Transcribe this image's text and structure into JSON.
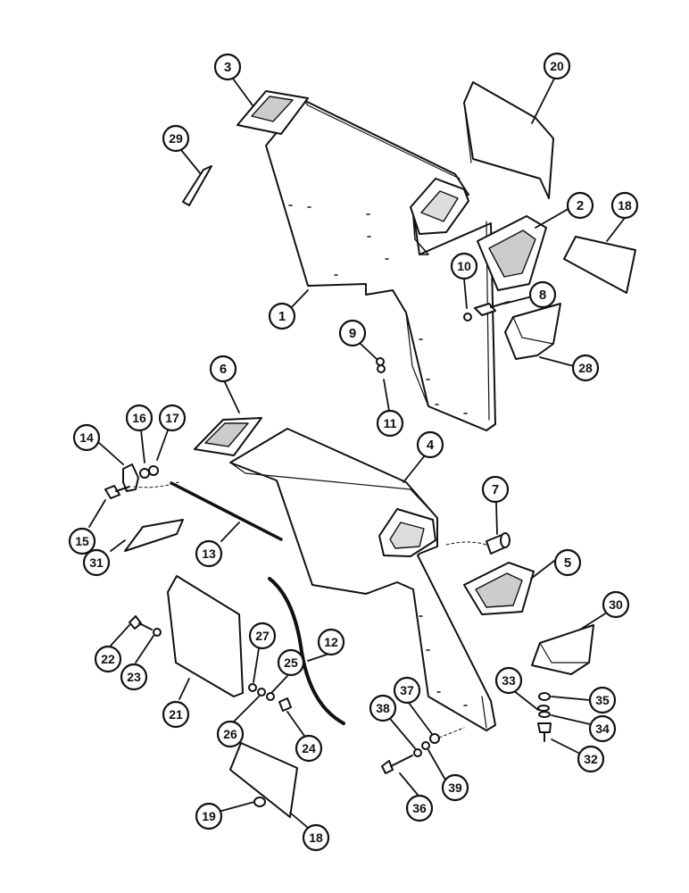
{
  "diagram": {
    "callouts": [
      {
        "id": "c1",
        "label": "1"
      },
      {
        "id": "c2",
        "label": "2"
      },
      {
        "id": "c3",
        "label": "3"
      },
      {
        "id": "c4",
        "label": "4"
      },
      {
        "id": "c5",
        "label": "5"
      },
      {
        "id": "c6",
        "label": "6"
      },
      {
        "id": "c7",
        "label": "7"
      },
      {
        "id": "c8",
        "label": "8"
      },
      {
        "id": "c9",
        "label": "9"
      },
      {
        "id": "c10",
        "label": "10"
      },
      {
        "id": "c11",
        "label": "11"
      },
      {
        "id": "c12",
        "label": "12"
      },
      {
        "id": "c13",
        "label": "13"
      },
      {
        "id": "c14",
        "label": "14"
      },
      {
        "id": "c15",
        "label": "15"
      },
      {
        "id": "c16",
        "label": "16"
      },
      {
        "id": "c17",
        "label": "17"
      },
      {
        "id": "c18a",
        "label": "18"
      },
      {
        "id": "c18b",
        "label": "18"
      },
      {
        "id": "c19",
        "label": "19"
      },
      {
        "id": "c20",
        "label": "20"
      },
      {
        "id": "c21",
        "label": "21"
      },
      {
        "id": "c22",
        "label": "22"
      },
      {
        "id": "c23",
        "label": "23"
      },
      {
        "id": "c24",
        "label": "24"
      },
      {
        "id": "c25",
        "label": "25"
      },
      {
        "id": "c26",
        "label": "26"
      },
      {
        "id": "c27",
        "label": "27"
      },
      {
        "id": "c28",
        "label": "28"
      },
      {
        "id": "c29",
        "label": "29"
      },
      {
        "id": "c30",
        "label": "30"
      },
      {
        "id": "c31",
        "label": "31"
      },
      {
        "id": "c32",
        "label": "32"
      },
      {
        "id": "c33",
        "label": "33"
      },
      {
        "id": "c34",
        "label": "34"
      },
      {
        "id": "c35",
        "label": "35"
      },
      {
        "id": "c36",
        "label": "36"
      },
      {
        "id": "c37",
        "label": "37"
      },
      {
        "id": "c38",
        "label": "38"
      },
      {
        "id": "c39",
        "label": "39"
      }
    ]
  }
}
